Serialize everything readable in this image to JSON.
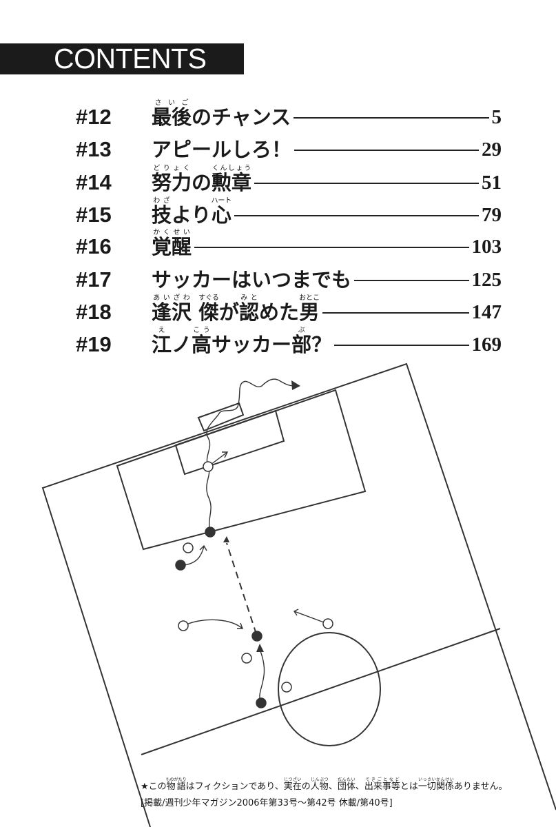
{
  "header": {
    "title": "CONTENTS"
  },
  "toc": [
    {
      "number": "#12",
      "title": [
        {
          "text": "最後",
          "ruby": "さいご"
        },
        {
          "text": "のチャンス"
        }
      ],
      "page": "5"
    },
    {
      "number": "#13",
      "title": [
        {
          "text": "アピールしろ！"
        }
      ],
      "page": "29"
    },
    {
      "number": "#14",
      "title": [
        {
          "text": "努力",
          "ruby": "どりょく"
        },
        {
          "text": "の"
        },
        {
          "text": "勲章",
          "ruby": "くんしょう"
        }
      ],
      "page": "51"
    },
    {
      "number": "#15",
      "title": [
        {
          "text": "技",
          "ruby": "わざ"
        },
        {
          "text": "より"
        },
        {
          "text": "心",
          "ruby": "ハート"
        }
      ],
      "page": "79"
    },
    {
      "number": "#16",
      "title": [
        {
          "text": "覚醒",
          "ruby": "かくせい"
        }
      ],
      "page": "103"
    },
    {
      "number": "#17",
      "title": [
        {
          "text": "サッカーはいつまでも"
        }
      ],
      "page": "125"
    },
    {
      "number": "#18",
      "title": [
        {
          "text": "逢沢",
          "ruby": "あいざわ"
        },
        {
          "text": " "
        },
        {
          "text": "傑",
          "ruby": "すぐる"
        },
        {
          "text": "が"
        },
        {
          "text": "認",
          "ruby": "みと"
        },
        {
          "text": "めた"
        },
        {
          "text": "男",
          "ruby": "おとこ"
        }
      ],
      "page": "147"
    },
    {
      "number": "#19",
      "title": [
        {
          "text": "江",
          "ruby": "え"
        },
        {
          "text": "ノ"
        },
        {
          "text": "高",
          "ruby": "こう"
        },
        {
          "text": "サッカー"
        },
        {
          "text": "部",
          "ruby": "ぶ"
        },
        {
          "text": "？"
        }
      ],
      "page": "169"
    }
  ],
  "notice": {
    "line1": [
      {
        "text": "★この"
      },
      {
        "text": "物語",
        "ruby": "ものがたり"
      },
      {
        "text": "はフィクションであり、"
      },
      {
        "text": "実在",
        "ruby": "じつざい"
      },
      {
        "text": "の"
      },
      {
        "text": "人物",
        "ruby": "じんぶつ"
      },
      {
        "text": "、"
      },
      {
        "text": "団体",
        "ruby": "だんたい"
      },
      {
        "text": "、"
      },
      {
        "text": "出来事等",
        "ruby": "できごとなど"
      },
      {
        "text": "とは"
      },
      {
        "text": "一切関係",
        "ruby": "いっさいかんけい"
      },
      {
        "text": "ありません。"
      }
    ],
    "line2": "[掲載/週刊少年マガジン2006年第33号～第42号 休載/第40号]"
  }
}
